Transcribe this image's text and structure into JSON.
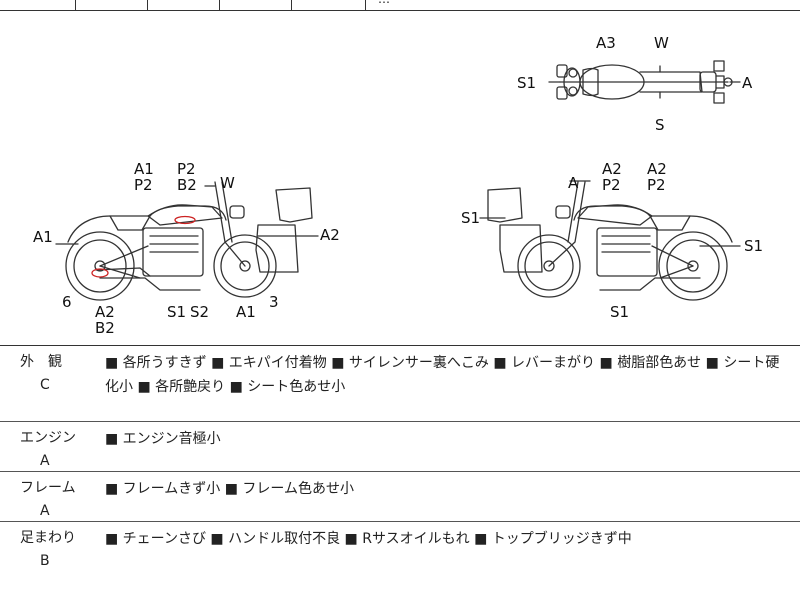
{
  "header_fragment": "…",
  "diagram": {
    "top_view": {
      "a3": "A3",
      "w": "W",
      "s1": "S1",
      "a": "A",
      "s": "S"
    },
    "left_view": {
      "a1_top": "A1",
      "p2_top": "P2",
      "p2_tank": "P2",
      "b2_tank": "B2",
      "w": "W",
      "a1_left": "A1",
      "a2_right": "A2",
      "n6": "6",
      "a2_bottom": "A2",
      "b2_bottom": "B2",
      "s1": "S1",
      "s2": "S2",
      "a1_bottom": "A1",
      "n3": "3"
    },
    "right_view": {
      "a2_left": "A2",
      "p2_left": "P2",
      "a2_right": "A2",
      "p2_right": "P2",
      "a": "A",
      "s1_left": "S1",
      "s1_right": "S1",
      "s1_bottom": "S1"
    }
  },
  "sections": [
    {
      "name": "外　観",
      "grade": "C",
      "text": "■ 各所うすきず ■ エキパイ付着物 ■ サイレンサー裏へこみ ■ レバーまがり ■ 樹脂部色あせ ■ シート硬化小 ■ 各所艶戻り ■ シート色あせ小"
    },
    {
      "name": "エンジン",
      "grade": "A",
      "text": "■ エンジン音極小"
    },
    {
      "name": "フレーム",
      "grade": "A",
      "text": "■ フレームきず小 ■ フレーム色あせ小"
    },
    {
      "name": "足まわり",
      "grade": "B",
      "text": "■ チェーンさび ■ ハンドル取付不良 ■ Rサスオイルもれ ■ トップブリッジきず中"
    }
  ],
  "colors": {
    "line": "#333333",
    "damage_mark": "#cc2222"
  }
}
